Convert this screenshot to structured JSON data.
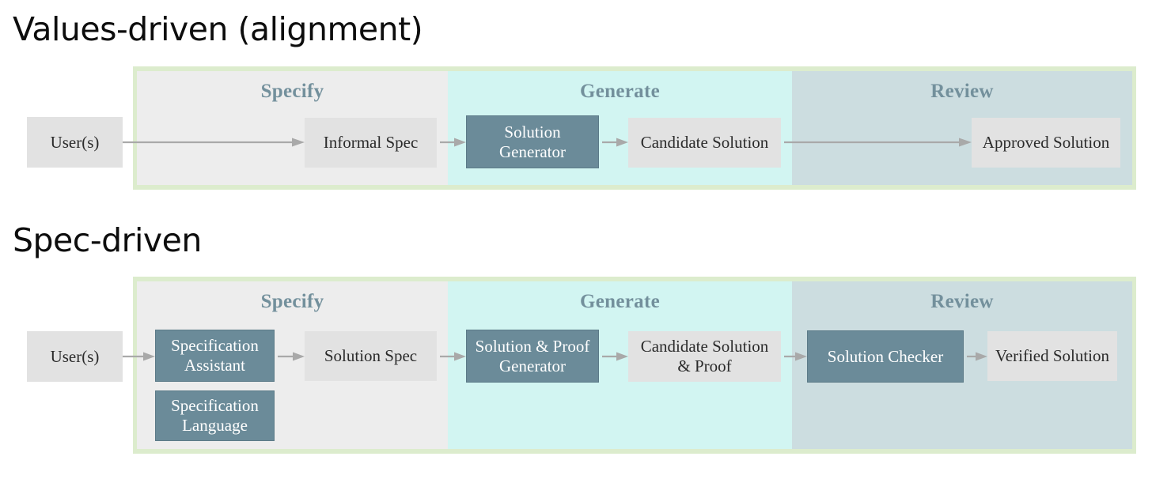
{
  "colors": {
    "band_outer": "#dceccd",
    "stage_specify": "#ededed",
    "stage_generate": "#d2f5f2",
    "stage_review": "#ccdde0",
    "node_light": "#e2e2e2",
    "node_dark": "#6b8b99",
    "stage_label": "#73909c",
    "arrow": "#a9a9a9",
    "title": "#0d0d0d"
  },
  "diagrams": [
    {
      "title": "Values-driven (alignment)",
      "stages": [
        {
          "label": "Specify"
        },
        {
          "label": "Generate"
        },
        {
          "label": "Review"
        }
      ],
      "nodes": {
        "users": "User(s)",
        "informal_spec": "Informal Spec",
        "solution_generator_line1": "Solution",
        "solution_generator_line2": "Generator",
        "candidate_solution": "Candidate Solution",
        "approved_solution": "Approved Solution"
      }
    },
    {
      "title": "Spec-driven",
      "stages": [
        {
          "label": "Specify"
        },
        {
          "label": "Generate"
        },
        {
          "label": "Review"
        }
      ],
      "nodes": {
        "users": "User(s)",
        "spec_assistant_line1": "Specification",
        "spec_assistant_line2": "Assistant",
        "spec_language_line1": "Specification",
        "spec_language_line2": "Language",
        "solution_spec": "Solution Spec",
        "solution_proof_generator_line1": "Solution & Proof",
        "solution_proof_generator_line2": "Generator",
        "candidate_solution_proof_line1": "Candidate Solution",
        "candidate_solution_proof_line2": "& Proof",
        "solution_checker": "Solution Checker",
        "verified_solution": "Verified Solution"
      }
    }
  ]
}
